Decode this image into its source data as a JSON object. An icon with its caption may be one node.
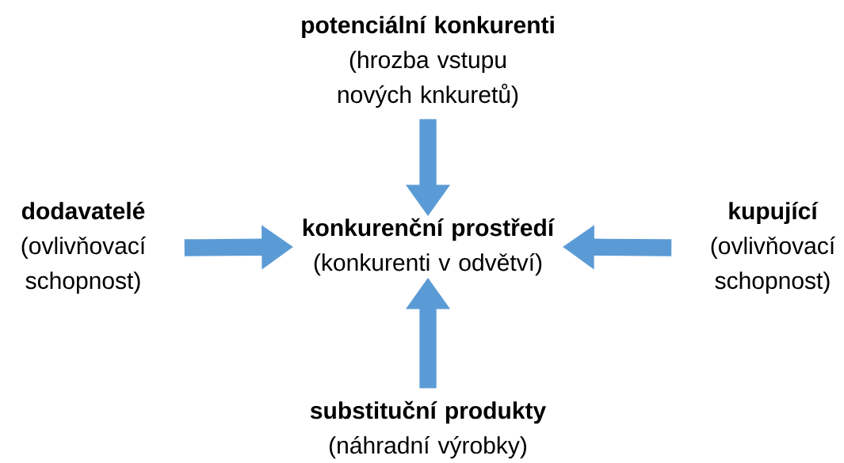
{
  "diagram": {
    "nodes": [
      {
        "text": [
          "konkurenční prostředí",
          "(konkurenti v odvětví)"
        ]
      },
      {
        "text": [
          "potenciální konkurenti",
          "(hrozba vstupu nových knkuretů)"
        ]
      },
      {
        "text": [
          "dodavatelé",
          "(ovlivňovací schopnost)"
        ]
      },
      {
        "text": [
          "kupující",
          "(ovlivňovací schopnost)"
        ]
      },
      {
        "text": [
          "substituční produkty",
          "(náhradní výrobky)"
        ]
      }
    ],
    "edges": [
      {
        "from": 1,
        "to": 0,
        "arrow": "to"
      },
      {
        "from": 2,
        "to": 0,
        "arrow": "to"
      },
      {
        "from": 3,
        "to": 0,
        "arrow": "to"
      },
      {
        "from": 4,
        "to": 0,
        "arrow": "to"
      }
    ]
  }
}
